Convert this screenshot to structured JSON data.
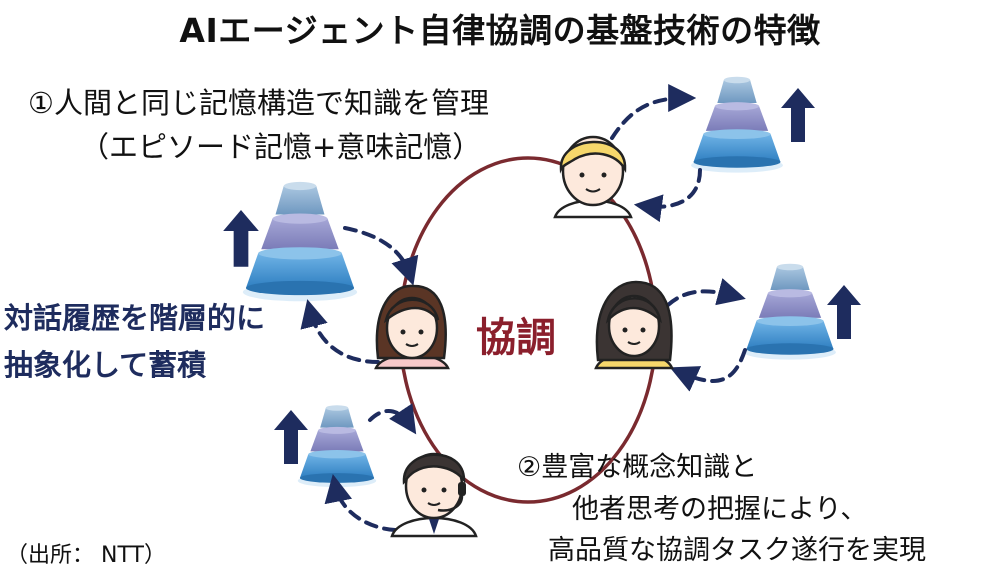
{
  "title": "AIエージェント自律協調の基盤技術の特徴",
  "feature1": {
    "line1": "①人間と同じ記憶構造で知識を管理",
    "line2": "（エピソード記憶+意味記憶）"
  },
  "dialogue": {
    "line1": "対話履歴を階層的に",
    "line2": "抽象化して蓄積"
  },
  "center_label": "協調",
  "feature2": {
    "line1": "②豊富な概念知識と",
    "line2": "他者思考の把握により、",
    "line3": "高品質な協調タスク遂行を実現"
  },
  "source": "（出所： NTT）",
  "colors": {
    "navy": "#1e2c5e",
    "cycle": "#7a2a2f",
    "collab_text": "#8b1f2c",
    "pyramid_top": "#7aa5c9",
    "pyramid_mid": "#8d8ec4",
    "pyramid_base": "#3b8fce",
    "skin": "#fde9dc",
    "hair_blonde": "#f6d76b",
    "hair_brown": "#5a3525",
    "hair_dark": "#3b3433"
  },
  "icons": [
    "pyramid-icon",
    "arrow-up-icon",
    "person-icon",
    "headset-icon"
  ]
}
